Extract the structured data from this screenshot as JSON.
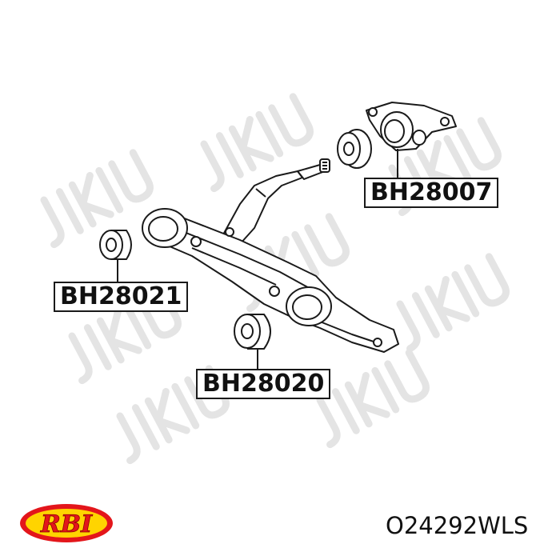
{
  "diagram": {
    "callouts": {
      "bh28007": "BH28007",
      "bh28021": "BH28021",
      "bh28020": "BH28020"
    },
    "watermark_text": "JIKIU"
  },
  "footer": {
    "brand_logo_text": "RBI",
    "part_number": "O24292WLS"
  },
  "colors": {
    "line": "#1a1a1a",
    "watermark": "#e6e6e6",
    "logo_red": "#e3161b",
    "logo_yellow": "#ffd400"
  }
}
